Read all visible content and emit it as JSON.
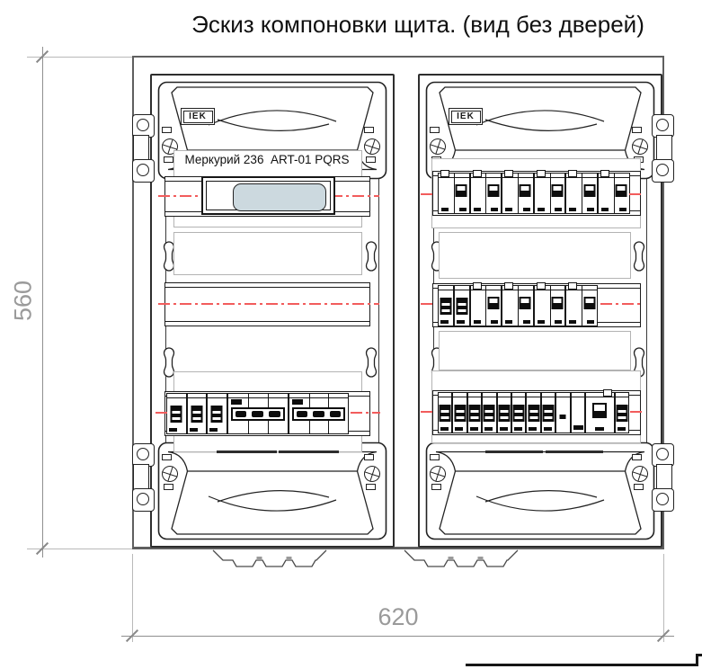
{
  "title": "Эскиз компоновки щита. (вид без дверей)",
  "brand_logo": "IEK",
  "dimensions": {
    "height_mm": "560",
    "width_mm": "620"
  },
  "colors": {
    "centerline": "#f25c5c",
    "dimension": "#9a9a9a",
    "display": "#ccd9df"
  },
  "left_enclosure": {
    "meter_label": "Меркурий 236  ART-01 PQRS",
    "rows": [
      {
        "name": "meter-din-rail",
        "devices": []
      },
      {
        "name": "empty-din-rail",
        "devices": []
      },
      {
        "name": "breaker-din-rail",
        "devices": [
          {
            "type": "sp"
          },
          {
            "type": "sp"
          },
          {
            "type": "sp"
          },
          {
            "type": "tp"
          },
          {
            "type": "tp"
          }
        ]
      }
    ]
  },
  "right_enclosure": {
    "rows": [
      {
        "name": "din-rail-1",
        "devices": [
          {
            "type": "dp"
          },
          {
            "type": "dp"
          },
          {
            "type": "dp"
          },
          {
            "type": "dp"
          },
          {
            "type": "dp"
          },
          {
            "type": "dp"
          }
        ]
      },
      {
        "name": "din-rail-2",
        "devices": [
          {
            "type": "sp"
          },
          {
            "type": "sp"
          },
          {
            "type": "dp"
          },
          {
            "type": "dp"
          },
          {
            "type": "dp"
          },
          {
            "type": "dp"
          }
        ]
      },
      {
        "name": "din-rail-3",
        "devices": [
          {
            "type": "sp"
          },
          {
            "type": "sp"
          },
          {
            "type": "sp"
          },
          {
            "type": "sp"
          },
          {
            "type": "sp"
          },
          {
            "type": "sp"
          },
          {
            "type": "sp"
          },
          {
            "type": "sp"
          },
          {
            "type": "aux"
          },
          {
            "type": "blank"
          },
          {
            "type": "sw"
          },
          {
            "type": "sp"
          }
        ]
      }
    ]
  }
}
